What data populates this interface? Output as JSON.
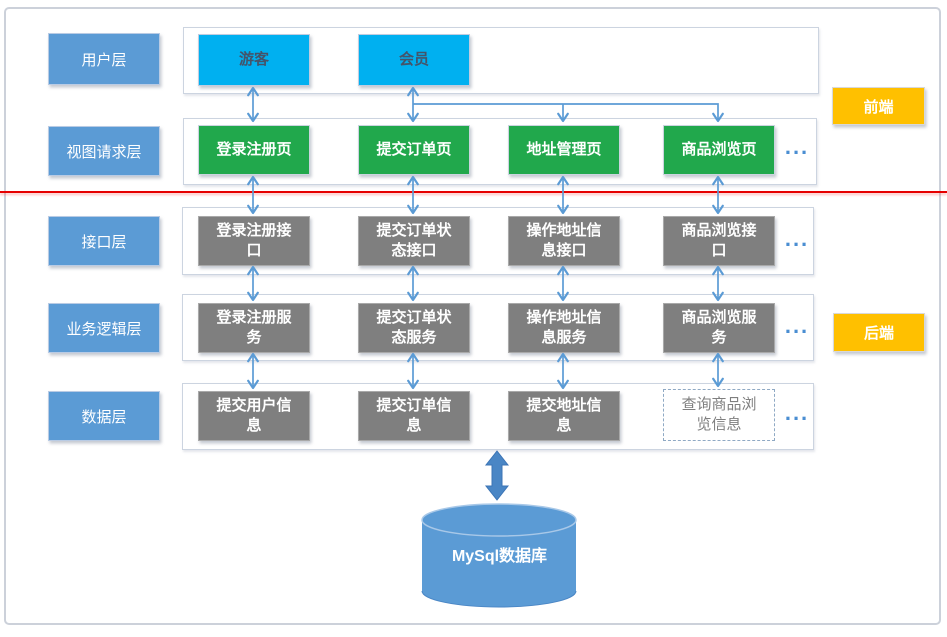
{
  "layer_labels": {
    "user": "用户层",
    "view": "视图请求层",
    "interface": "接口层",
    "business": "业务逻辑层",
    "data": "数据层"
  },
  "user_layer": {
    "visitor": "游客",
    "member": "会员"
  },
  "view_layer": {
    "boxes": [
      "登录注册页",
      "提交订单页",
      "地址管理页",
      "商品浏览页"
    ],
    "more": "..."
  },
  "interface_layer": {
    "boxes": [
      "登录注册接\n口",
      "提交订单状\n态接口",
      "操作地址信\n息接口",
      "商品浏览接\n口"
    ],
    "more": "..."
  },
  "business_layer": {
    "boxes": [
      "登录注册服\n务",
      "提交订单状\n态服务",
      "操作地址信\n息服务",
      "商品浏览服\n务"
    ],
    "more": "..."
  },
  "data_layer": {
    "boxes": [
      "提交用户信\n息",
      "提交订单信\n息",
      "提交地址信\n息",
      "查询商品浏\n览信息"
    ],
    "more": "..."
  },
  "tags": {
    "frontend": "前端",
    "backend": "后端"
  },
  "database": {
    "label": "MySql数据库"
  },
  "colors": {
    "layer_blue": "#5b9bd5",
    "user_cyan": "#00b0f0",
    "page_green": "#21a84c",
    "node_grey": "#7f7f7f",
    "tag_orange": "#ffc000",
    "arrow_blue": "#5b9bd5",
    "divider_red": "#e60000",
    "db_blue": "#5b9bd5"
  }
}
